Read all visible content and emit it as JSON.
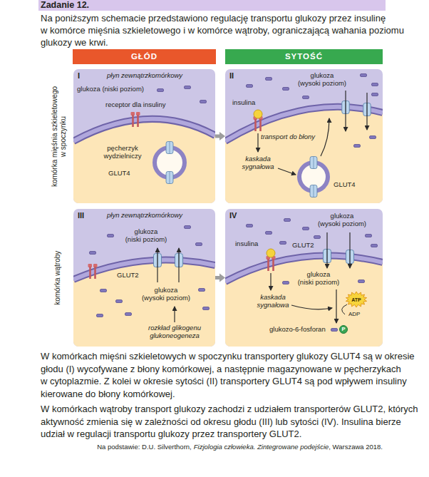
{
  "diagram": {
    "title": "Zadanie 12.",
    "nodes": [
      {
        "text": [
          "GŁÓD"
        ]
      },
      {
        "text": [
          "SYTOŚĆ"
        ]
      },
      {
        "text": [
          "I",
          "płyn zewnątrzkomórkowy",
          "glukoza (niski poziom)",
          "receptor dla insuliny",
          "pęcherzyk wydzielniczy",
          "GLUT4"
        ]
      },
      {
        "text": [
          "II",
          "glukoza (wysoki poziom)",
          "insulina",
          "transport do błony",
          "kaskada sygnałowa",
          "GLUT4"
        ]
      },
      {
        "text": [
          "III",
          "płyn zewnątrzkomórkowy",
          "glukoza (niski poziom)",
          "GLUT2",
          "glukoza (wysoki poziom)",
          "rozkład glikogenu glukoneogeneza"
        ]
      },
      {
        "text": [
          "IV",
          "glukoza (wysoki poziom)",
          "insulina",
          "GLUT2",
          "glukoza (niski poziom)",
          "kaskada sygnałowa",
          "ADP",
          "glukozo-6-fosforan"
        ]
      },
      {
        "text": [
          "ATP"
        ],
        "in": 5
      },
      {
        "text": [
          "P"
        ],
        "in": 5
      }
    ],
    "edges": [
      {
        "from": 2,
        "to": 3,
        "arrow": "to"
      },
      {
        "from": 4,
        "to": 5,
        "arrow": "to"
      }
    ],
    "labels": [
      "Na poniższym schemacie przedstawiono regulację transportu glukozy przez insulinę w komórce mięśnia szkieletowego i w komórce wątroby, ograniczającą wahania poziomu glukozy we krwi.",
      "komórka mięśnia szkieletowego w spoczynku",
      "komórka wątroby",
      "W komórkach mięśni szkieletowych w spoczynku transportery glukozy GLUT4 są w okresie głodu (I) wycofywane z błony komórkowej, a następnie magazynowane w pęcherzykach w cytoplazmie. Z kolei w okresie sytości (II) transportery GLUT4 są pod wpływem insuliny kierowane do błony komórkowej.",
      "W komórkach wątroby transport glukozy zachodzi z udziałem transporterów GLUT2, których aktywność zmienia się w zależności od okresu głodu (III) lub sytości (IV). Insulina bierze udział w regulacji transportu glukozy przez transportery GLUT2.",
      "Na podstawie: D.U. Silverthorn,",
      "Fizjologia człowieka. Zintegrowane podejście",
      ", Warszawa 2018."
    ]
  }
}
